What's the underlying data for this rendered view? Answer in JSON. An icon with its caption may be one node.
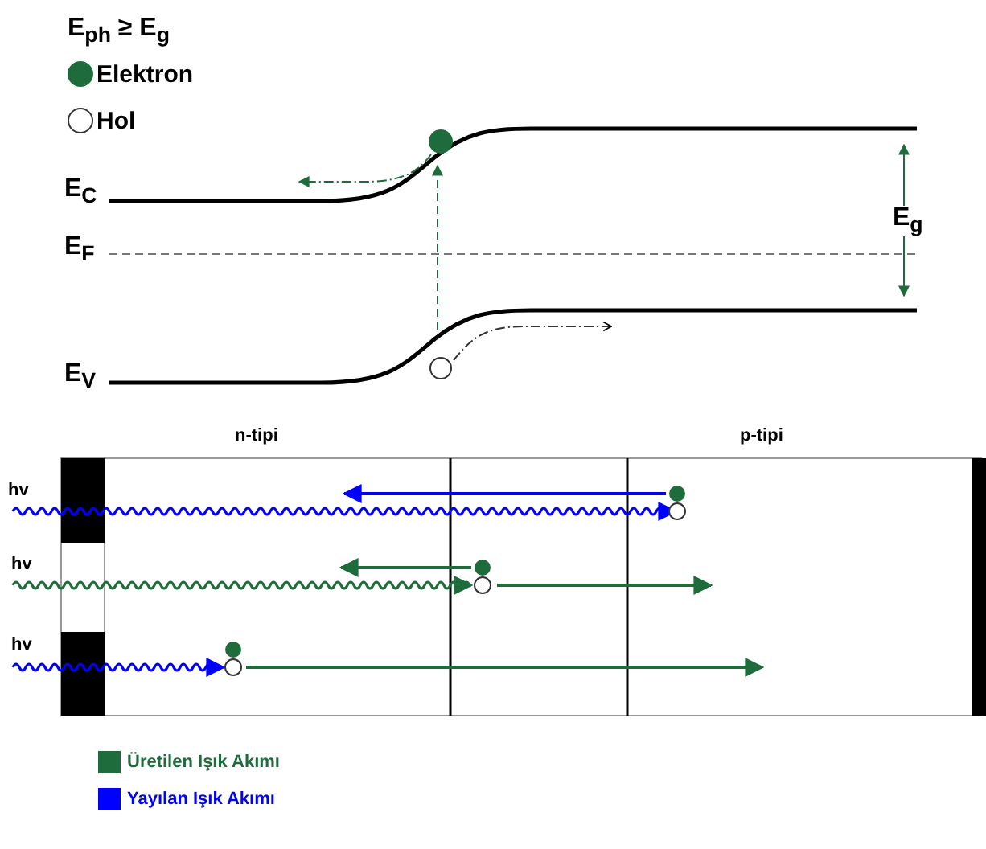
{
  "diagram": {
    "labels": [
      "E$_{ph}$ ≥ E$_{g}$",
      "E$_{C}$",
      "E$_{F}$",
      "E$_{V}$",
      "E$_{g}$",
      "n-tipi",
      "p-tipi",
      "hv",
      "hv",
      "hv"
    ],
    "legend": [
      {
        "text": "Elektron",
        "color": "#1e6b3c"
      },
      {
        "text": "Hol",
        "color": "#ffffff"
      },
      {
        "text": "Üretilen Işık Akımı",
        "color": "#1e6b3c"
      },
      {
        "text": "Yayılan Işık Akımı",
        "color": "#0000ff"
      }
    ]
  }
}
